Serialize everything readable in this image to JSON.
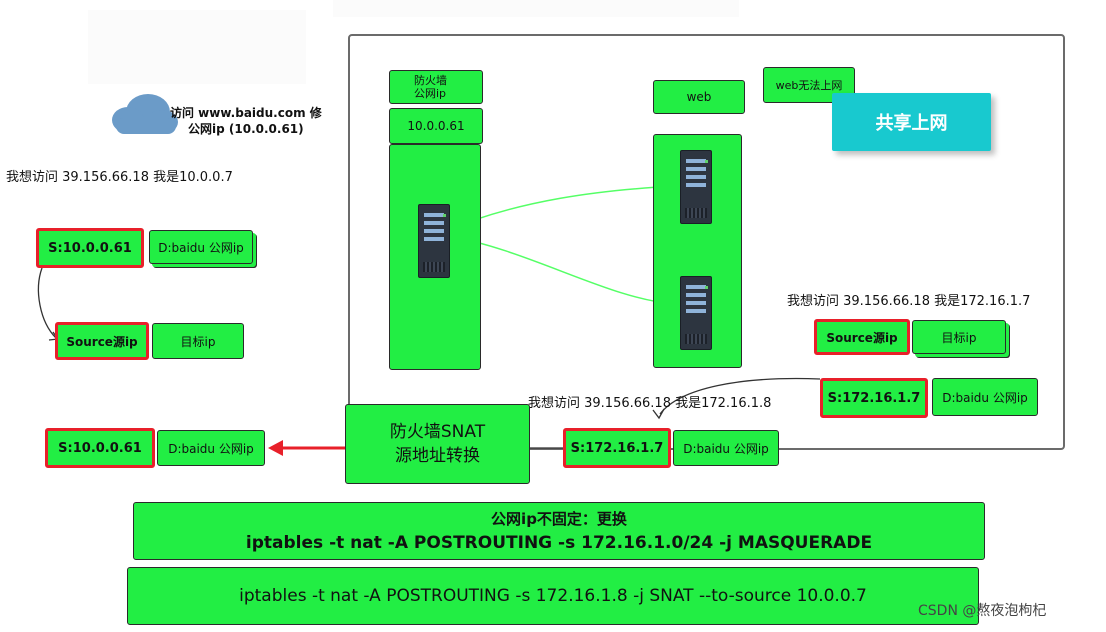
{
  "cloud_text_1": "访问 www.baidu.com 修",
  "cloud_text_2": "公网ip (10.0.0.61)",
  "left_question": "我想访问 39.156.66.18 我是10.0.0.7",
  "left_s_box": "S:10.0.0.61",
  "left_d_box": "D:baidu 公网ip",
  "left_source_box": "Source源ip",
  "left_target_box": "目标ip",
  "bottom_left_s_box": "S:10.0.0.61",
  "bottom_left_d_box": "D:baidu 公网ip",
  "firewall_label_1": "防火墙",
  "firewall_label_2": "公网ip",
  "firewall_ip": "10.0.0.61",
  "web_label": "web",
  "web_note": "web无法上网",
  "share_button": "共享上网",
  "right_question": "我想访问 39.156.66.18 我是172.16.1.7",
  "right_source_box": "Source源ip",
  "right_target_box": "目标ip",
  "right_s_box": "S:172.16.1.7",
  "right_d_box": "D:baidu 公网ip",
  "mid_question": "我想访问 39.156.66.18 我是172.16.1.8",
  "mid_s_box": "S:172.16.1.7",
  "mid_d_box": "D:baidu 公网ip",
  "snat_line_1": "防火墙SNAT",
  "snat_line_2": "源地址转换",
  "cmd_title": "公网ip不固定：更换",
  "cmd_masquerade": "iptables -t nat -A POSTROUTING  -s 172.16.1.0/24  -j  MASQUERADE",
  "cmd_snat": "iptables -t nat -A POSTROUTING  -s 172.16.1.8   -j SNAT  --to-source 10.0.0.7",
  "watermark": "CSDN @熬夜泡枸杞",
  "colors": {
    "box_green": "#22ee44",
    "highlight_red": "#e8202a",
    "accent_cyan": "#18c9cf"
  }
}
